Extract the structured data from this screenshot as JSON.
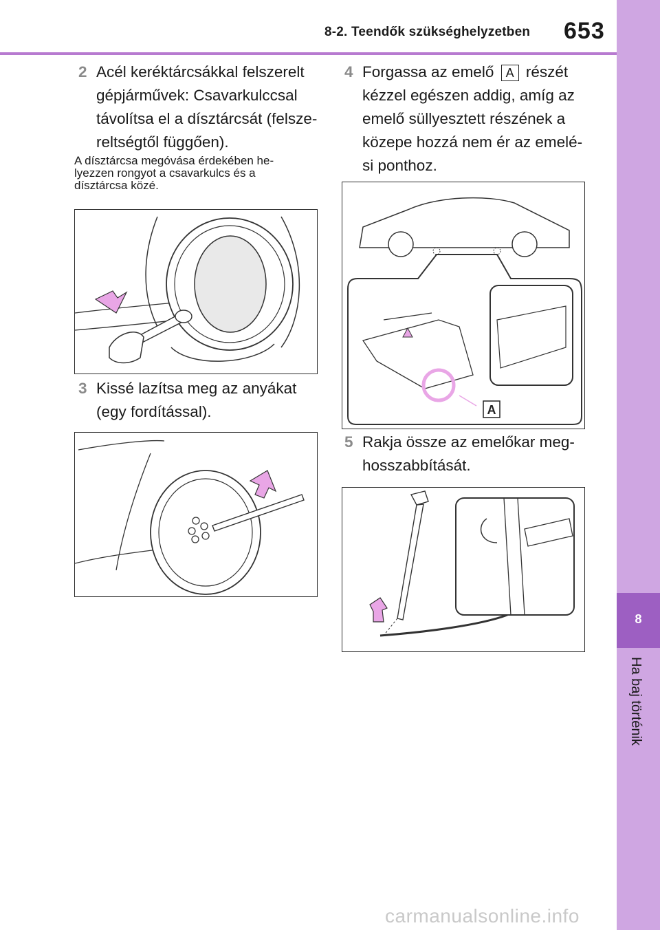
{
  "header": {
    "section": "8-2. Teendők szükséghelyzetben",
    "page_number": "653"
  },
  "side_tab": {
    "chapter_number": "8",
    "chapter_title": "Ha baj történik"
  },
  "steps": [
    {
      "num": "2",
      "lines": [
        "Acél keréktárcsákkal felszerelt",
        "gépjárművek: Csavarkulccsal",
        "távolítsa el a dísztárcsát (felsze-",
        "reltségtől függően)."
      ]
    },
    {
      "num": "3",
      "lines": [
        "Kissé lazítsa meg az anyákat",
        "(egy fordítással)."
      ]
    },
    {
      "num": "4",
      "line1_before": "Forgassa az emelő",
      "label": "A",
      "line1_after": "részét",
      "lines": [
        "kézzel egészen addig, amíg az",
        "emelő süllyesztett részének a",
        "közepe hozzá nem ér az emelé-",
        "si ponthoz."
      ]
    },
    {
      "num": "5",
      "lines": [
        "Rakja össze az emelőkar meg-",
        "hosszabbítását."
      ]
    }
  ],
  "note": {
    "lines": [
      "A dísztárcsa megóvása érdekében he-",
      "lyezzen rongyot a csavarkulcs és a",
      "dísztárcsa közé."
    ]
  },
  "figure_labels": {
    "jack_callout": "A"
  },
  "watermark": "carmanualsonline.info",
  "colors": {
    "accent": "#b77ad0",
    "tab": "#cfa6e2",
    "tab_dark": "#9d5fc2",
    "arrow": "#e9a6e6"
  }
}
